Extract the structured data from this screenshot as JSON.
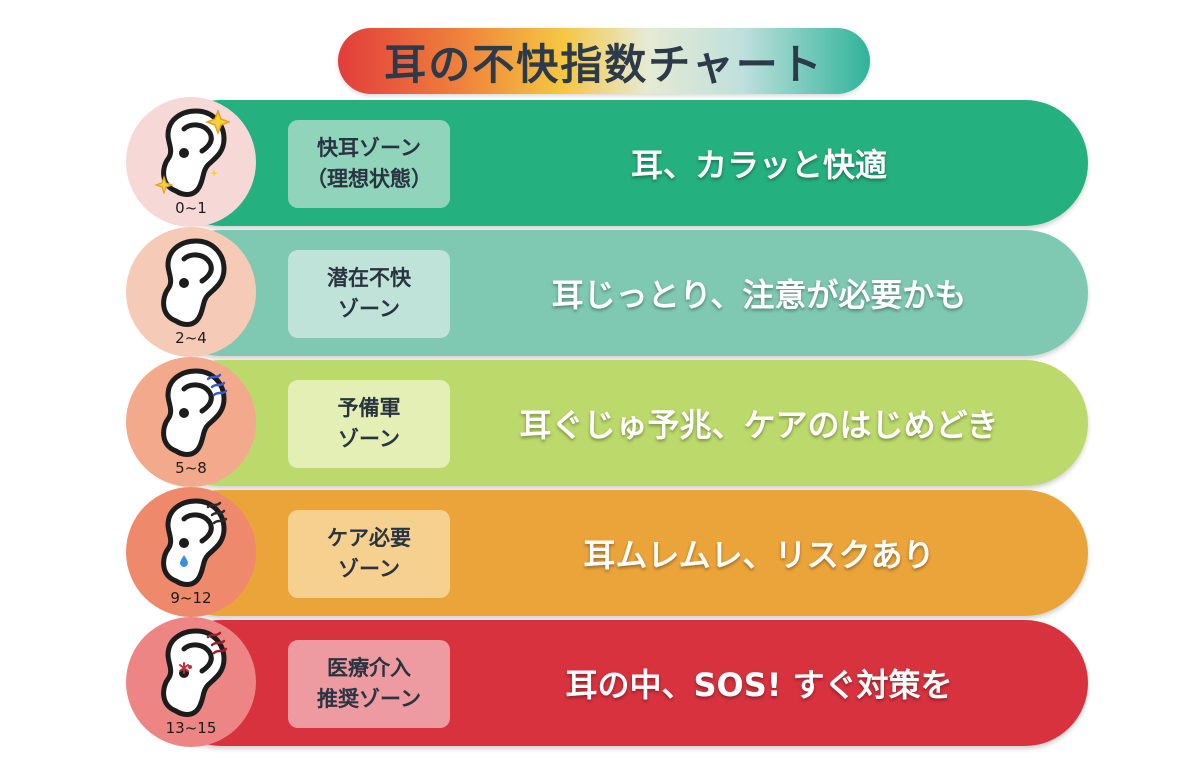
{
  "title": "耳の不快指数チャート",
  "rows": [
    {
      "score": "0~1",
      "zone_line1": "快耳ゾーン",
      "zone_line2": "（理想状態）",
      "description": "耳、カラッと快適",
      "bar_color": "#25b07f",
      "circle_color": "#f6d9d7",
      "zone_box_color": "#8fd4bb",
      "icon": "sparkle-ear-icon"
    },
    {
      "score": "2~4",
      "zone_line1": "潜在不快",
      "zone_line2": "ゾーン",
      "description": "耳じっとり、注意が必要かも",
      "bar_color": "#7fc9b3",
      "circle_color": "#f5cbb8",
      "zone_box_color": "#bfe3d8",
      "icon": "ear-icon"
    },
    {
      "score": "5~8",
      "zone_line1": "予備軍",
      "zone_line2": "ゾーン",
      "description": "耳ぐじゅ予兆、ケアのはじめどき",
      "bar_color": "#bcd96b",
      "circle_color": "#f2a98c",
      "zone_box_color": "#e3efb5",
      "icon": "moist-ear-icon"
    },
    {
      "score": "9~12",
      "zone_line1": "ケア必要",
      "zone_line2": "ゾーン",
      "description": "耳ムレムレ、リスクあり",
      "bar_color": "#eba43a",
      "circle_color": "#ee8a6b",
      "zone_box_color": "#f6d08e",
      "icon": "sweaty-ear-icon"
    },
    {
      "score": "13~15",
      "zone_line1": "医療介入",
      "zone_line2": "推奨ゾーン",
      "description": "耳の中、SOS! すぐ対策を",
      "bar_color": "#d8323f",
      "circle_color": "#ee8585",
      "zone_box_color": "#ed9aa0",
      "icon": "irritated-ear-icon"
    }
  ]
}
